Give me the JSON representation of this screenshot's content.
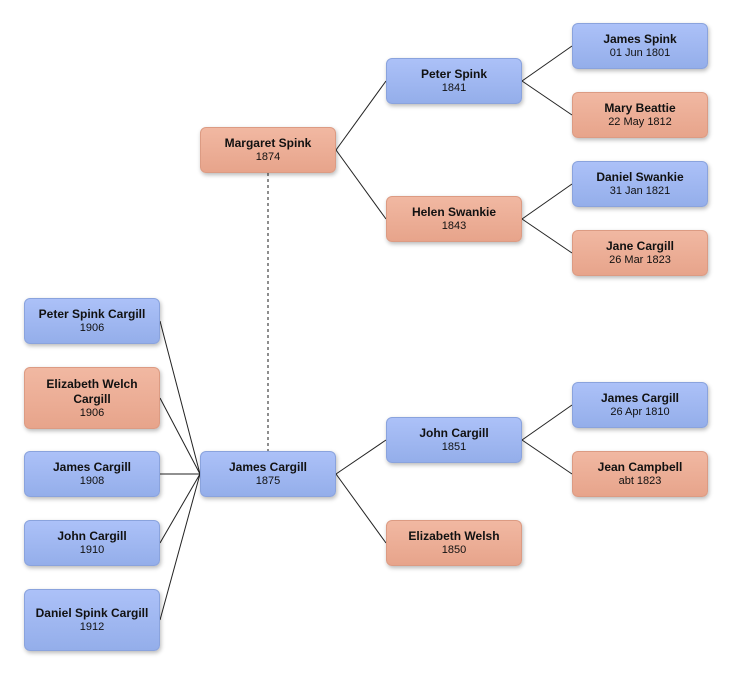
{
  "people": {
    "margaret_spink": {
      "name": "Margaret Spink",
      "date": "1874",
      "sex": "female"
    },
    "peter_spink": {
      "name": "Peter Spink",
      "date": "1841",
      "sex": "male"
    },
    "helen_swankie": {
      "name": "Helen Swankie",
      "date": "1843",
      "sex": "female"
    },
    "james_spink": {
      "name": "James Spink",
      "date": "01 Jun 1801",
      "sex": "male"
    },
    "mary_beattie": {
      "name": "Mary Beattie",
      "date": "22 May 1812",
      "sex": "female"
    },
    "daniel_swankie": {
      "name": "Daniel Swankie",
      "date": "31 Jan 1821",
      "sex": "male"
    },
    "jane_cargill": {
      "name": "Jane Cargill",
      "date": "26 Mar 1823",
      "sex": "female"
    },
    "james_cargill_1875": {
      "name": "James Cargill",
      "date": "1875",
      "sex": "male"
    },
    "john_cargill_1851": {
      "name": "John Cargill",
      "date": "1851",
      "sex": "male"
    },
    "elizabeth_welsh": {
      "name": "Elizabeth Welsh",
      "date": "1850",
      "sex": "female"
    },
    "james_cargill_1810": {
      "name": "James Cargill",
      "date": "26 Apr 1810",
      "sex": "male"
    },
    "jean_campbell": {
      "name": "Jean Campbell",
      "date": "abt 1823",
      "sex": "female"
    },
    "peter_spink_cargill": {
      "name": "Peter Spink Cargill",
      "date": "1906",
      "sex": "male"
    },
    "elizabeth_welch_cargill": {
      "name": "Elizabeth Welch Cargill",
      "date": "1906",
      "sex": "female"
    },
    "james_cargill_1908": {
      "name": "James Cargill",
      "date": "1908",
      "sex": "male"
    },
    "john_cargill_1910": {
      "name": "John Cargill",
      "date": "1910",
      "sex": "male"
    },
    "daniel_spink_cargill": {
      "name": "Daniel Spink Cargill",
      "date": "1912",
      "sex": "male"
    }
  }
}
